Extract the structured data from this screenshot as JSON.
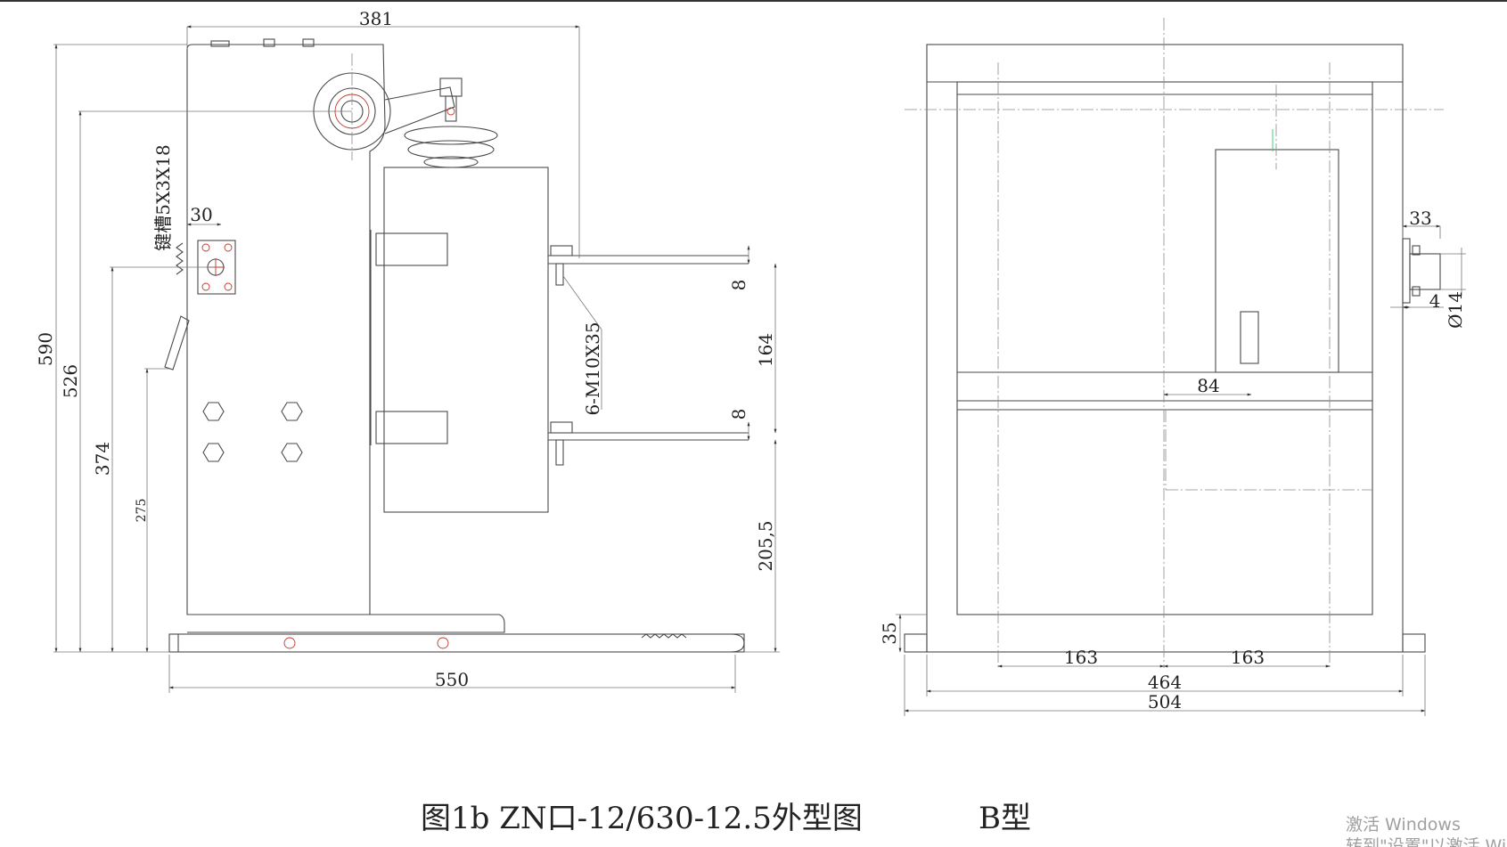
{
  "caption": "图1b ZN口-12/630-12.5外型图",
  "type_label": "B型",
  "left_view": {
    "dims": {
      "top_width": "381",
      "h590": "590",
      "h526": "526",
      "h374": "374",
      "h275": "275",
      "keyway": "键槽5X3X18",
      "w30": "30",
      "bolts": "6-M10X35",
      "t8_top": "8",
      "spacing164": "164",
      "t8_bottom": "8",
      "h205": "205,5",
      "base550": "550"
    }
  },
  "right_view": {
    "dims": {
      "w33": "33",
      "t4": "4",
      "dia14": "Ø14",
      "w84": "84",
      "h35": "35",
      "w163_left": "163",
      "w163_right": "163",
      "w464": "464",
      "w504": "504"
    }
  },
  "watermark": {
    "line1": "激活 Windows",
    "line2": "转到\"设置\"以激活 Windows。"
  }
}
